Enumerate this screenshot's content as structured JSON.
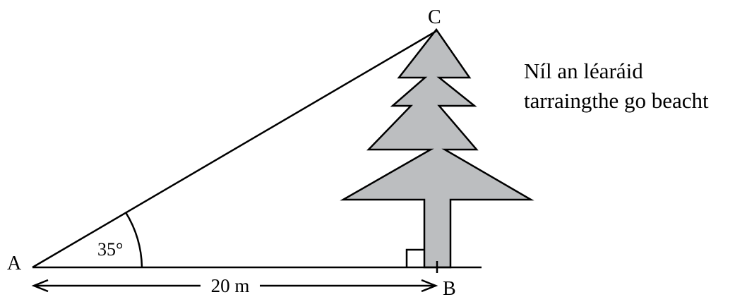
{
  "diagram": {
    "vertices": {
      "a": "A",
      "b": "B",
      "c": "C"
    },
    "angle": "35°",
    "base_length": "20 m",
    "note": {
      "line1": "Níl an léaráid",
      "line2": "tarraingthe go beacht"
    }
  },
  "colors": {
    "tree_fill": "#bcbec0",
    "line": "#000000",
    "background": "#ffffff"
  }
}
